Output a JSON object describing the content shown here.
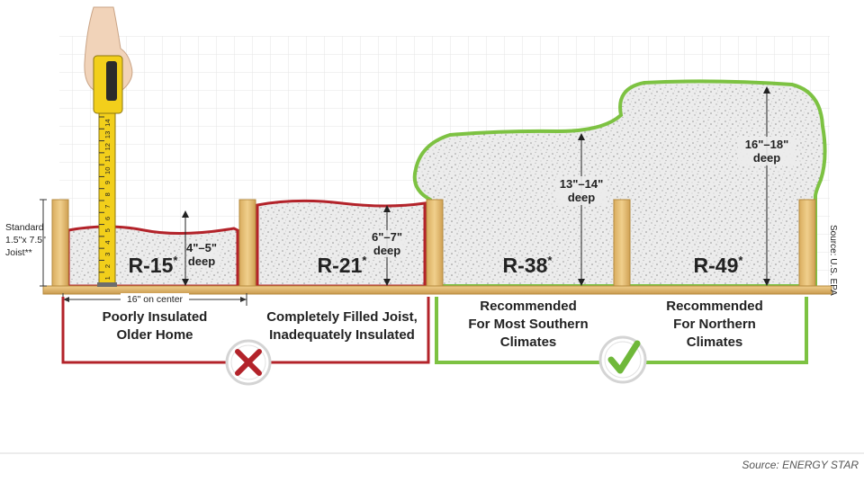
{
  "colors": {
    "bad": "#b3232a",
    "good": "#7dc242",
    "wood": "#e8c27a",
    "wood_edge": "#b58a3e",
    "tape": "#f2cf1b",
    "insulation": "#e9e9e9",
    "grid": "#e6e6e6"
  },
  "joist": {
    "size_label_1": "Standard",
    "size_label_2": "1.5\"x 7.5\"",
    "size_label_3": "Joist**",
    "spacing_label": "16\" on center"
  },
  "tape_measure": {
    "ticks": [
      "14",
      "13",
      "12",
      "11",
      "10",
      "9",
      "8",
      "7",
      "6",
      "5",
      "4",
      "3",
      "2",
      "1"
    ]
  },
  "levels": [
    {
      "value": "R-15",
      "mark": "*",
      "depth_line1": "4\"–5\"",
      "depth_line2": "deep",
      "caption_line1": "Poorly Insulated",
      "caption_line2": "Older Home",
      "caption_line3": ""
    },
    {
      "value": "R-21",
      "mark": "*",
      "depth_line1": "6\"–7\"",
      "depth_line2": "deep",
      "caption_line1": "Completely Filled Joist,",
      "caption_line2": "Inadequately Insulated",
      "caption_line3": ""
    },
    {
      "value": "R-38",
      "mark": "*",
      "depth_line1": "13\"–14\"",
      "depth_line2": "deep",
      "caption_line1": "Recommended",
      "caption_line2": "For Most Southern",
      "caption_line3": "Climates"
    },
    {
      "value": "R-49",
      "mark": "*",
      "depth_line1": "16\"–18\"",
      "depth_line2": "deep",
      "caption_line1": "Recommended",
      "caption_line2": "For Northern",
      "caption_line3": "Climates"
    }
  ],
  "verdicts": [
    {
      "icon": "x-mark-icon"
    },
    {
      "icon": "check-mark-icon"
    }
  ],
  "side_source": "Source: U.S. EPA",
  "footer_source": "Source: ENERGY STAR"
}
